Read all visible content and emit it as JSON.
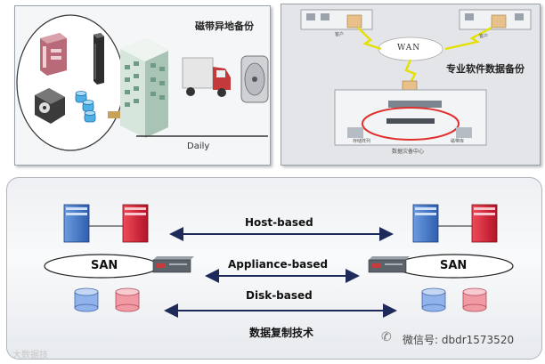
{
  "top_left": {
    "title": "磁带异地备份",
    "axis_label": "Daily"
  },
  "top_right": {
    "title": "专业软件数据备份",
    "wan_label": "WAN",
    "client_label_1": "客户",
    "client_label_2": "客户",
    "disk_label_1": "存储阵列",
    "disk_label_2": "磁带库",
    "center_label": "数据灾备中心"
  },
  "replication": {
    "host_based": "Host-based",
    "appliance_based": "Appliance-based",
    "disk_based": "Disk-based",
    "title": "数据复制技术",
    "san_left": "SAN",
    "san_right": "SAN"
  },
  "footer": {
    "wechat": "微信号: dbdr1573520",
    "watermark": "大数据技"
  },
  "colors": {
    "server_blue": "#4a7fd0",
    "server_red": "#d8283a",
    "disk_blue": "#8fb3ea",
    "disk_pink": "#f29aa4",
    "wan_line": "#e4e000"
  }
}
